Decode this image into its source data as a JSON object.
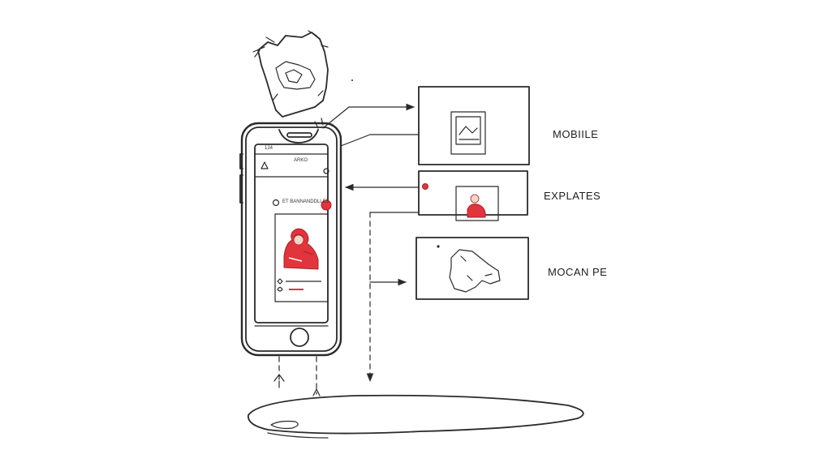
{
  "labels": {
    "mobile": "MOBIILE",
    "explates": "EXPLATES",
    "mocan_pe": "MOCAN PE"
  },
  "phone": {
    "status_left": "124",
    "header_text": "ARKO",
    "post_title": "ET BANNANDDLLES"
  },
  "colors": {
    "accent_red": "#e2343c",
    "ink": "#2a2a2a",
    "background": "#ffffff"
  }
}
